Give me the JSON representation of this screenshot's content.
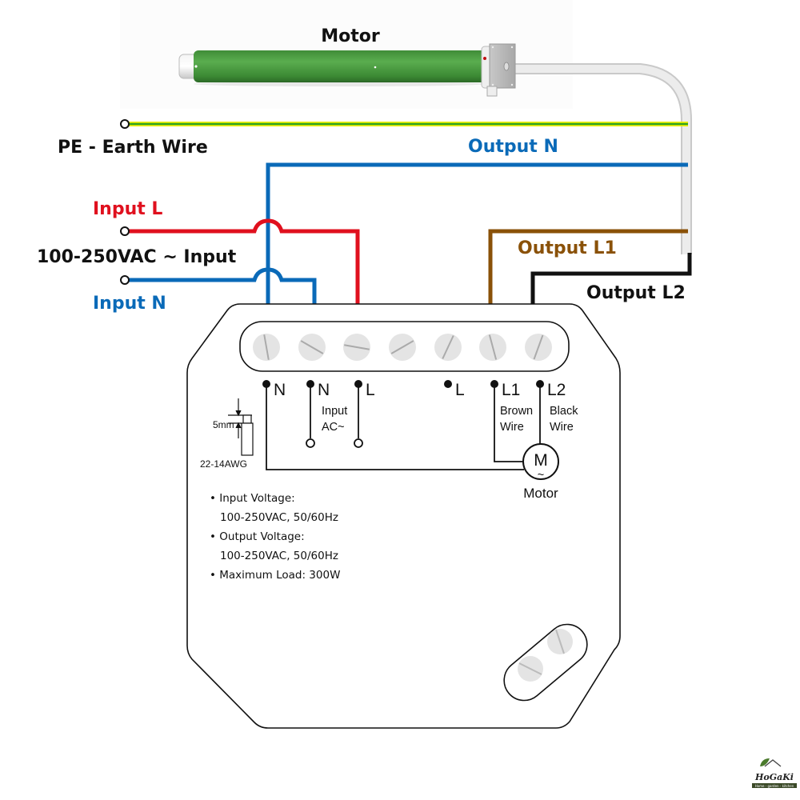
{
  "motor_title": "Motor",
  "wire_labels": {
    "earth": "PE - Earth Wire",
    "input_l": "Input L",
    "input_voltage": "100-250VAC ~ Input",
    "input_n": "Input N",
    "output_n": "Output N",
    "output_l1": "Output L1",
    "output_l2": "Output L2"
  },
  "colors": {
    "earth_green": "#2ea31e",
    "earth_yellow": "#f0f000",
    "neutral_blue": "#0a6ab8",
    "live_red": "#e0101e",
    "brown": "#8a5108",
    "black": "#111111",
    "motor_green": "#4a9a40",
    "cable_gray": "#e4e4e4"
  },
  "terminals": [
    {
      "label": "N"
    },
    {
      "label": "N"
    },
    {
      "label": "L"
    },
    {
      "label": "L"
    },
    {
      "label": "L1"
    },
    {
      "label": "L2"
    }
  ],
  "schematic": {
    "input_ac_line1": "Input",
    "input_ac_line2": "AC~",
    "brown_line1": "Brown",
    "brown_line2": "Wire",
    "black_line1": "Black",
    "black_line2": "Wire",
    "motor_symbol": "M",
    "motor_tilde": "~",
    "motor_label": "Motor"
  },
  "strip_gauge": {
    "length": "5mm",
    "awg": "22-14AWG"
  },
  "specs": [
    {
      "title": "Input Voltage:",
      "value": "100-250VAC, 50/60Hz"
    },
    {
      "title": "Output Voltage:",
      "value": "100-250VAC, 50/60Hz"
    },
    {
      "title": "Maximum Load: 300W",
      "value": ""
    }
  ],
  "logo": {
    "brand": "HoGaKi",
    "tagline": "Home - garden - kitchen"
  }
}
